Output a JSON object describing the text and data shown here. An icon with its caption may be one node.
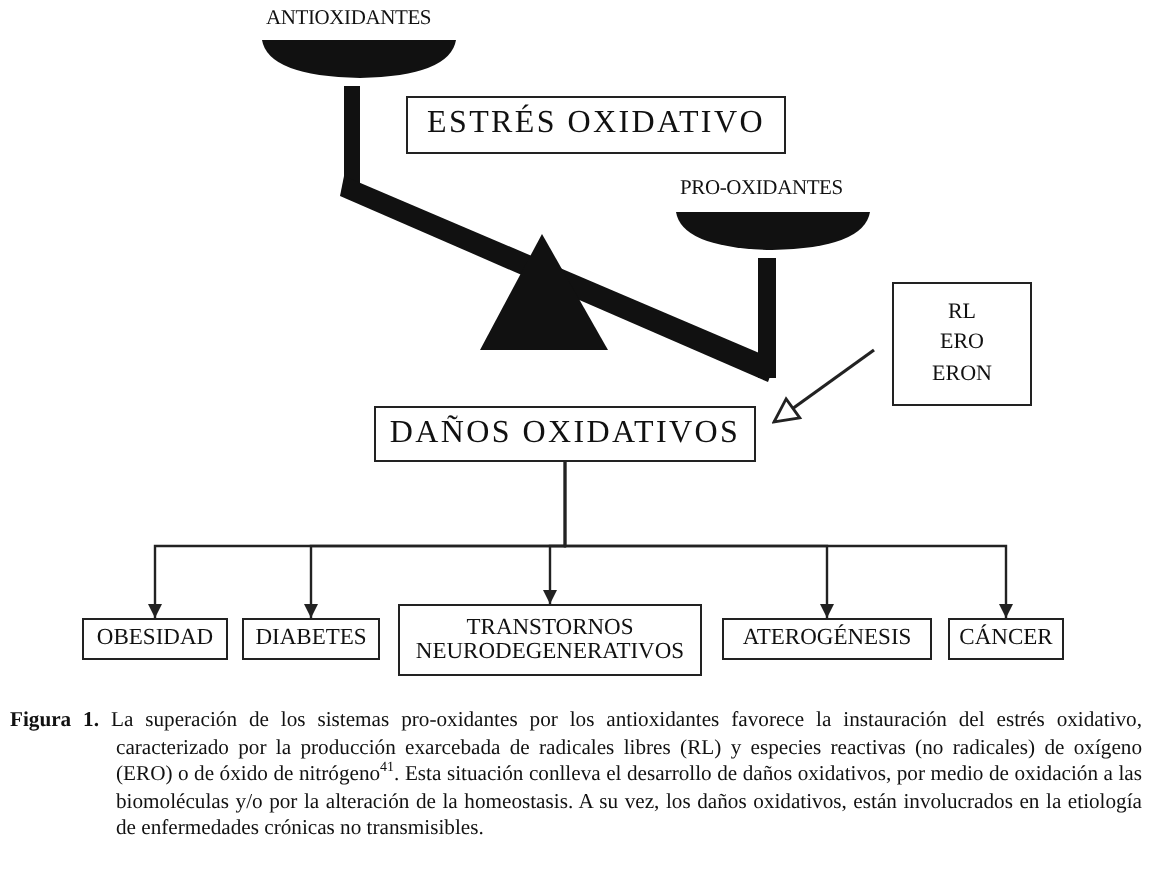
{
  "diagram": {
    "caption": "**Figura 1.** La superación de los sistemas pro-oxidantes por los antioxidantes favorece la instauración del estrés oxidativo, caracterizado por la producción exarcebada de radicales libres (RL) y especies reactivas (no radicales) de oxígeno (ERO) o de óxido de nitrógeno$^{41}$. Esta situación conlleva el desarrollo de daños oxidativos, por medio de oxidación a las biomoléculas y/o por la alteración de la homeostasis. A su vez, los daños oxidativos, están involucrados en la etiología de enfermedades crónicas no transmisibles.",
    "nodes": [
      {
        "text": [
          "ESTRÉS OXIDATIVO"
        ]
      },
      {
        "text": [
          "RL",
          "ERO",
          "ERON"
        ]
      },
      {
        "text": [
          "DAÑOS OXIDATIVOS"
        ]
      },
      {
        "text": [
          "OBESIDAD"
        ]
      },
      {
        "text": [
          "DIABETES"
        ]
      },
      {
        "text": [
          "TRANSTORNOS NEURODEGENERATIVOS"
        ]
      },
      {
        "text": [
          "ATEROGÉNESIS"
        ]
      },
      {
        "text": [
          "CÁNCER"
        ]
      }
    ],
    "edges": [
      {
        "from": 1,
        "to": 2,
        "arrow": "to"
      },
      {
        "from": 2,
        "to": 3,
        "arrow": "to"
      },
      {
        "from": 2,
        "to": 4,
        "arrow": "to"
      },
      {
        "from": 2,
        "to": 5,
        "arrow": "to"
      },
      {
        "from": 2,
        "to": 6,
        "arrow": "to"
      },
      {
        "from": 2,
        "to": 7,
        "arrow": "to"
      }
    ],
    "labels": [
      "ANTIOXIDANTES",
      "PRO-OXIDANTES"
    ]
  }
}
